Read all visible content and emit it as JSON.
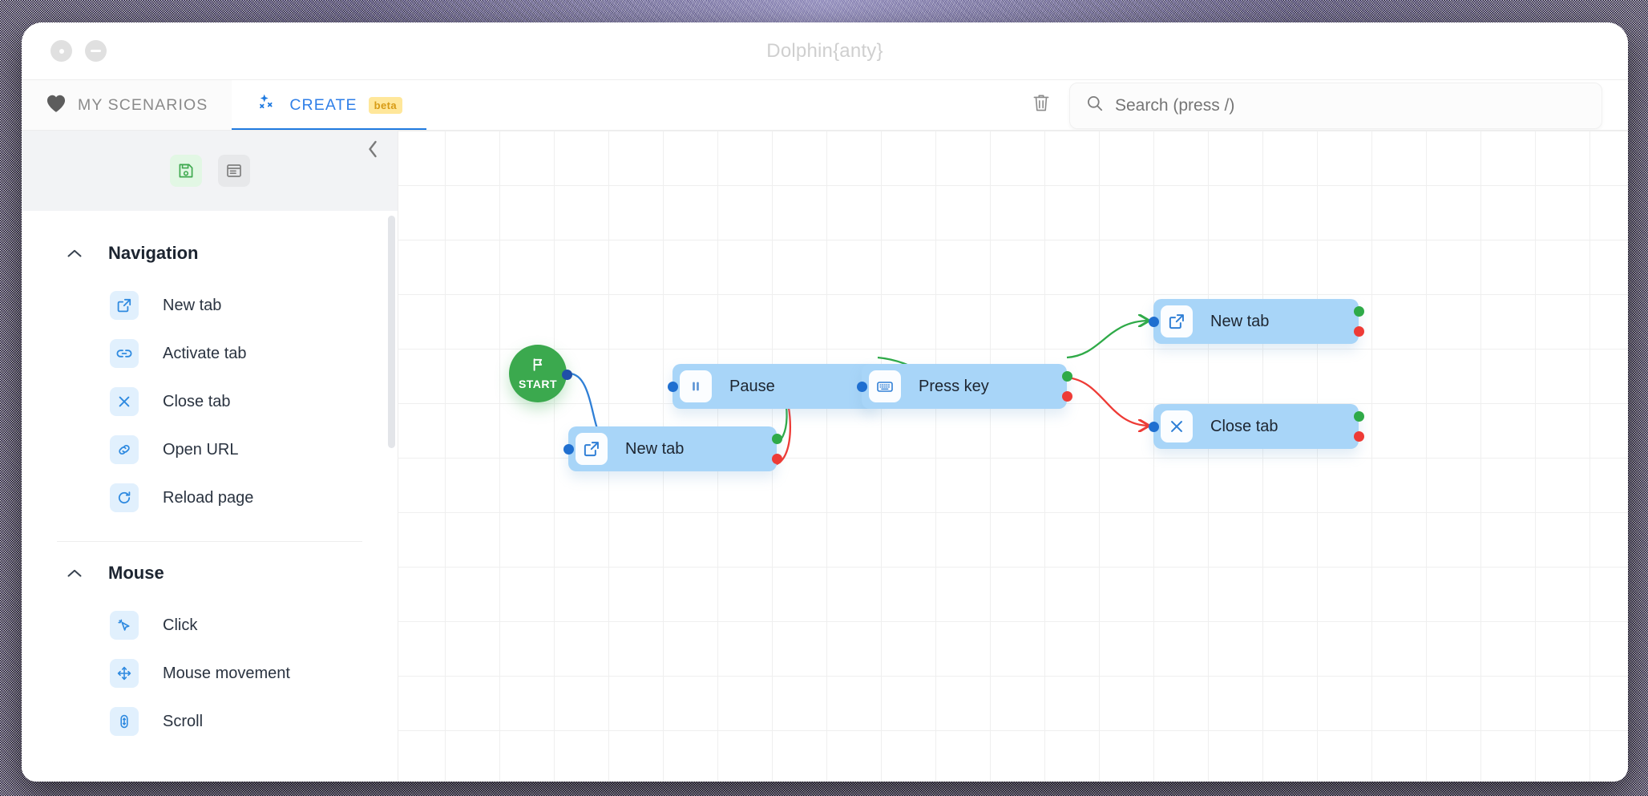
{
  "window": {
    "title": "Dolphin{anty}",
    "controls": [
      {
        "name": "dot-button",
        "glyph": "dot"
      },
      {
        "name": "minimize-button",
        "glyph": "minus"
      }
    ]
  },
  "tabs": [
    {
      "id": "my-scenarios",
      "label": "MY SCENARIOS",
      "icon": "heart-icon",
      "active": false
    },
    {
      "id": "create",
      "label": "CREATE",
      "icon": "sparkle-icon",
      "badge": "beta",
      "active": true
    }
  ],
  "toolbar": {
    "save_icon": "save-icon",
    "notes_icon": "notes-icon",
    "collapse_icon": "chevron-left-icon",
    "trash_icon": "trash-icon"
  },
  "search": {
    "placeholder": "Search (press /)",
    "value": "",
    "icon": "search-icon"
  },
  "sidebar": {
    "groups": [
      {
        "title": "Navigation",
        "collapse_icon": "chevron-up-icon",
        "items": [
          {
            "label": "New tab",
            "icon": "external-link-icon"
          },
          {
            "label": "Activate tab",
            "icon": "link-arrows-icon"
          },
          {
            "label": "Close tab",
            "icon": "close-x-icon"
          },
          {
            "label": "Open URL",
            "icon": "chain-link-icon"
          },
          {
            "label": "Reload page",
            "icon": "reload-icon"
          }
        ]
      },
      {
        "title": "Mouse",
        "collapse_icon": "chevron-up-icon",
        "items": [
          {
            "label": "Click",
            "icon": "cursor-click-icon"
          },
          {
            "label": "Mouse movement",
            "icon": "move-arrows-icon"
          },
          {
            "label": "Scroll",
            "icon": "scroll-icon"
          }
        ]
      }
    ]
  },
  "canvas": {
    "start_node": {
      "label": "START",
      "icon": "flag-icon"
    },
    "nodes": [
      {
        "id": "new-tab-1",
        "label": "New tab",
        "icon": "external-link-icon"
      },
      {
        "id": "pause",
        "label": "Pause",
        "icon": "pause-icon"
      },
      {
        "id": "press-key",
        "label": "Press key",
        "icon": "keyboard-icon"
      },
      {
        "id": "new-tab-2",
        "label": "New tab",
        "icon": "external-link-icon"
      },
      {
        "id": "close-tab",
        "label": "Close tab",
        "icon": "close-x-icon"
      }
    ],
    "edges": [
      {
        "from": "start",
        "to": "new-tab-1",
        "color": "#2f7fd6"
      },
      {
        "from": "new-tab-1",
        "to": "pause",
        "color": "#2faa48",
        "port": "ok"
      },
      {
        "from": "new-tab-1",
        "to": "pause",
        "color": "#ee3b36",
        "port": "err"
      },
      {
        "from": "pause",
        "to": "press-key",
        "color": "#2faa48",
        "port": "ok"
      },
      {
        "from": "pause",
        "to": "press-key",
        "color": "#ee3b36",
        "port": "err"
      },
      {
        "from": "press-key",
        "to": "new-tab-2",
        "color": "#2faa48",
        "port": "ok"
      },
      {
        "from": "press-key",
        "to": "close-tab",
        "color": "#ee3b36",
        "port": "err"
      }
    ]
  },
  "colors": {
    "accent_blue": "#1f7ae0",
    "node_blue": "#a8d5f8",
    "start_green": "#3ba94e",
    "ok_port": "#2faa48",
    "err_port": "#ee3b36",
    "beta_badge_bg": "#ffe79a",
    "beta_badge_fg": "#d79b15"
  }
}
